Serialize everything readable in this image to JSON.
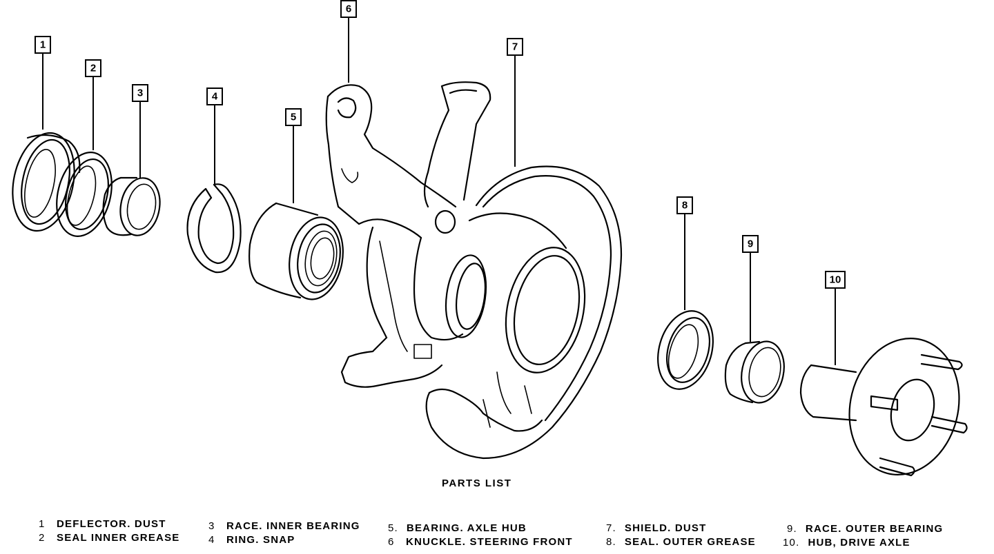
{
  "callouts": [
    "1",
    "2",
    "3",
    "4",
    "5",
    "6",
    "7",
    "8",
    "9",
    "10"
  ],
  "parts_list_title": "PARTS LIST",
  "parts": [
    {
      "num": "1",
      "label": "DEFLECTOR. DUST"
    },
    {
      "num": "2",
      "label": "SEAL  INNER GREASE"
    },
    {
      "num": "3",
      "label": "RACE. INNER BEARING"
    },
    {
      "num": "4",
      "label": "RING. SNAP"
    },
    {
      "num": "5.",
      "label": "BEARING. AXLE HUB"
    },
    {
      "num": "6",
      "label": "KNUCKLE. STEERING FRONT"
    },
    {
      "num": "7.",
      "label": "SHIELD. DUST"
    },
    {
      "num": "8.",
      "label": "SEAL. OUTER GREASE"
    },
    {
      "num": "9.",
      "label": "RACE. OUTER BEARING"
    },
    {
      "num": "10.",
      "label": "HUB, DRIVE AXLE"
    }
  ]
}
